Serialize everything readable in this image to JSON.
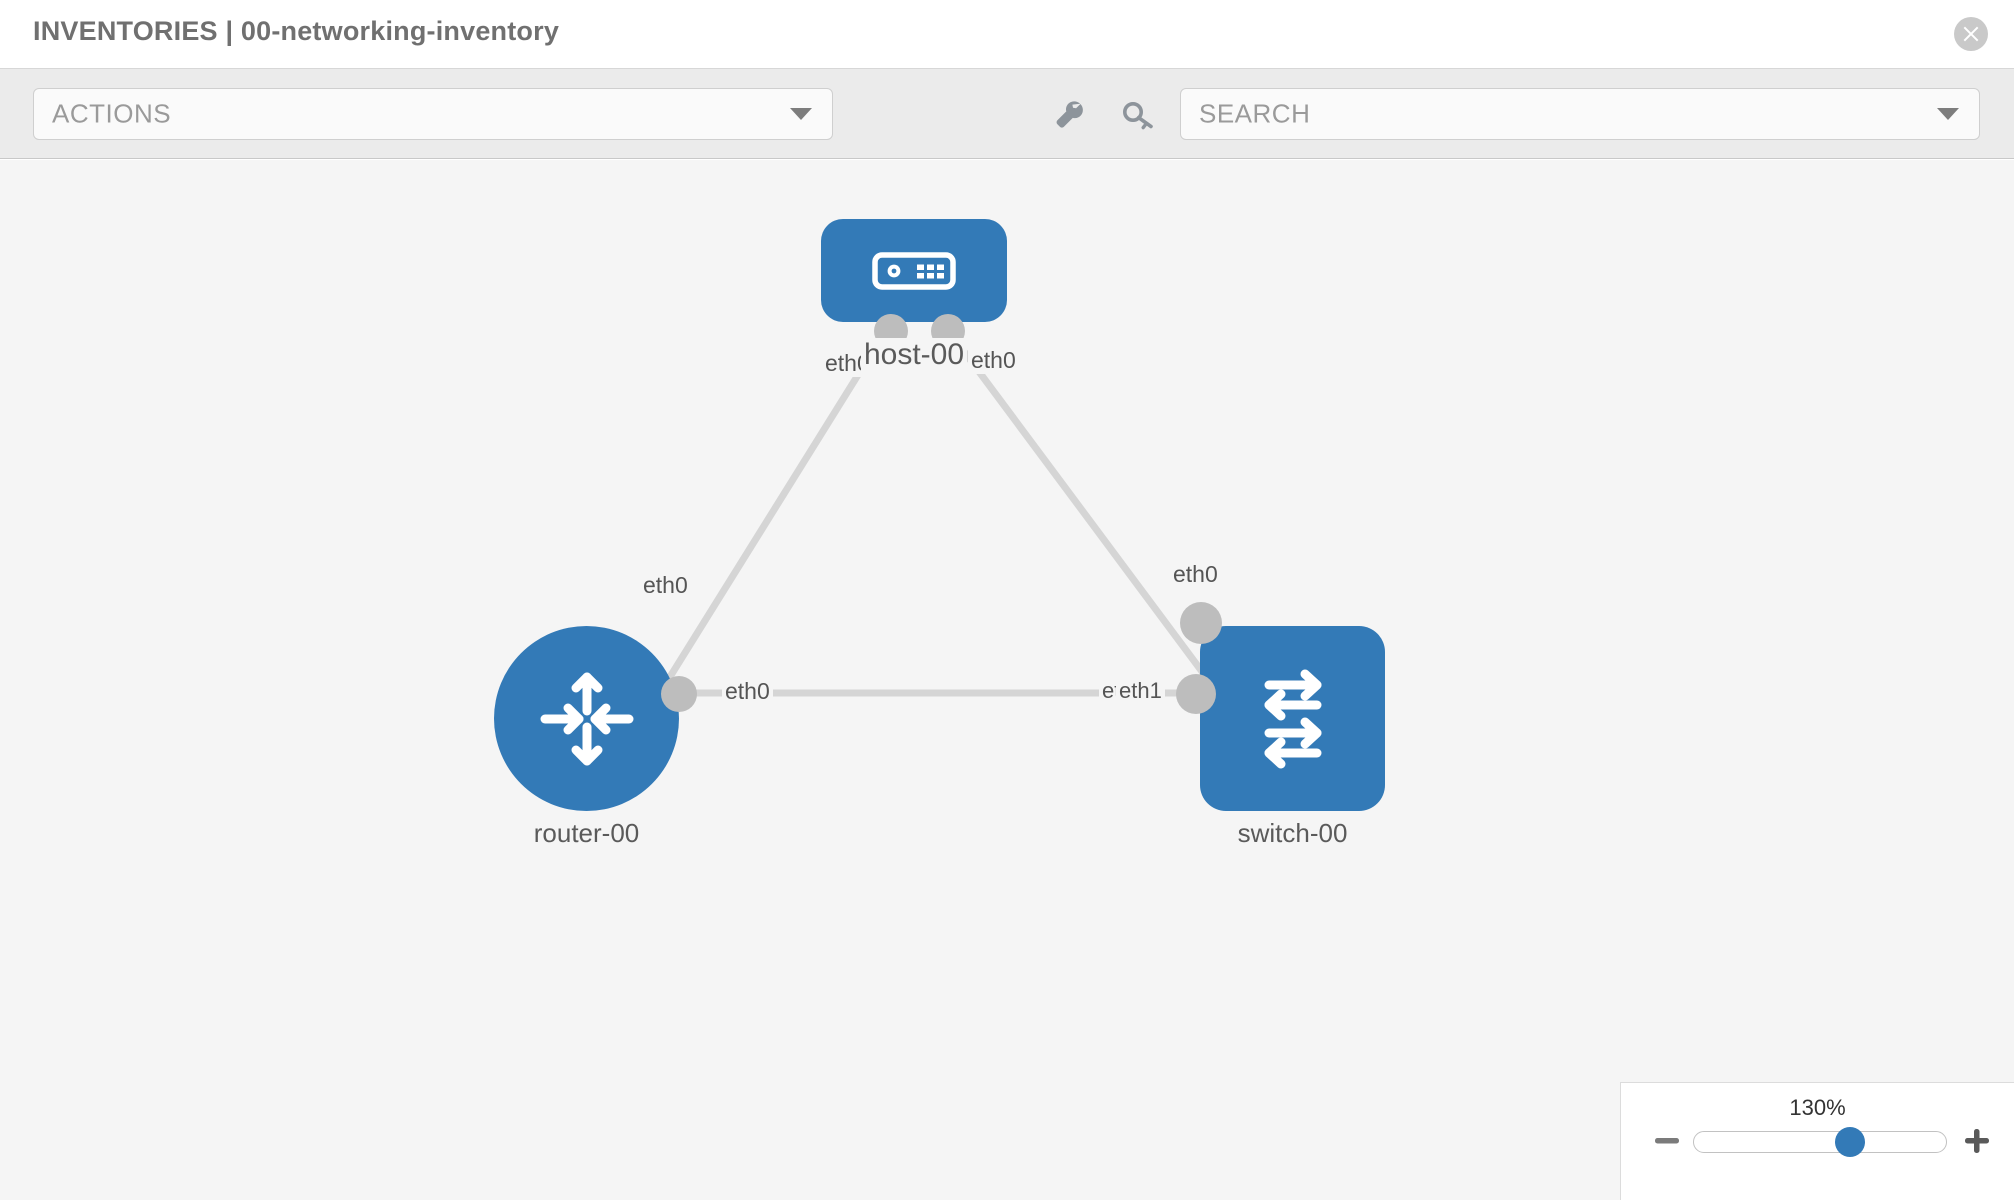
{
  "header": {
    "title": "INVENTORIES | 00-networking-inventory",
    "close_icon": "close-circle-icon"
  },
  "toolbar": {
    "actions_select": {
      "value": "ACTIONS",
      "caret_icon": "chevron-down-icon"
    },
    "search_select": {
      "value": "SEARCH",
      "caret_icon": "chevron-down-icon"
    },
    "wrench_icon": "wrench-icon",
    "key_icon": "key-icon"
  },
  "topology": {
    "accent_color": "#337ab7",
    "edge_color": "#d5d5d5",
    "nub_color": "#bdbdbd",
    "canvas_background": "#f5f5f5",
    "nodes": [
      {
        "id": "host-00",
        "label": "host-00",
        "type": "host",
        "icon": "server-appliance-icon",
        "shape": "rounded-rect"
      },
      {
        "id": "router-00",
        "label": "router-00",
        "type": "router",
        "icon": "router-four-arrows-icon",
        "shape": "circle"
      },
      {
        "id": "switch-00",
        "label": "switch-00",
        "type": "switch",
        "icon": "switch-arrows-icon",
        "shape": "rounded-square"
      }
    ],
    "edges": [
      {
        "from": "host-00",
        "to": "router-00",
        "from_label": "eth0",
        "to_label": "eth0"
      },
      {
        "from": "host-00",
        "to": "switch-00",
        "from_label": "eth0",
        "to_label": "eth0"
      },
      {
        "from": "router-00",
        "to": "switch-00",
        "from_label": "eth0",
        "to_label": "eth1",
        "overlap_label": "eth0"
      }
    ],
    "edge_labels": {
      "host_left": "eth0",
      "host_right": "eth0",
      "router_upper": "eth0",
      "switch_upper": "eth0",
      "router_right": "eth0",
      "switch_left_under": "eth0",
      "switch_left_over": "eth1"
    }
  },
  "zoom_control": {
    "percent": "130%",
    "minus_icon": "minus-icon",
    "plus_icon": "plus-icon",
    "slider_value": 62
  }
}
